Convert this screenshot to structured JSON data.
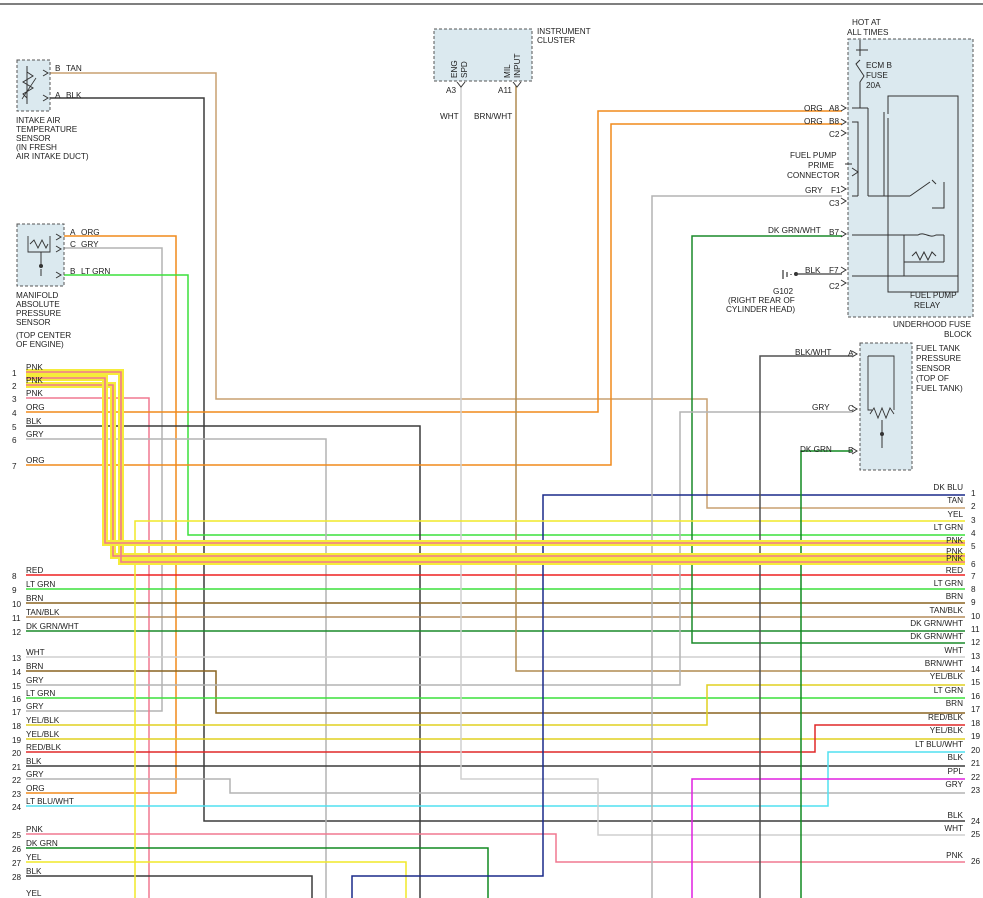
{
  "ecu_left": {
    "rows": [
      {
        "pin": "1",
        "label": "PNK"
      },
      {
        "pin": "2",
        "label": "PNK"
      },
      {
        "pin": "3",
        "label": "PNK"
      },
      {
        "pin": "4",
        "label": "ORG"
      },
      {
        "pin": "5",
        "label": "BLK"
      },
      {
        "pin": "6",
        "label": "GRY"
      },
      {
        "pin": "7",
        "label": "ORG"
      },
      {
        "pin": "8",
        "label": "RED"
      },
      {
        "pin": "9",
        "label": "LT GRN"
      },
      {
        "pin": "10",
        "label": "BRN"
      },
      {
        "pin": "11",
        "label": "TAN/BLK"
      },
      {
        "pin": "12",
        "label": "DK GRN/WHT"
      },
      {
        "pin": "13",
        "label": "WHT"
      },
      {
        "pin": "14",
        "label": "BRN"
      },
      {
        "pin": "15",
        "label": "GRY"
      },
      {
        "pin": "16",
        "label": "LT GRN"
      },
      {
        "pin": "17",
        "label": "GRY"
      },
      {
        "pin": "18",
        "label": "YEL/BLK"
      },
      {
        "pin": "19",
        "label": "YEL/BLK"
      },
      {
        "pin": "20",
        "label": "RED/BLK"
      },
      {
        "pin": "21",
        "label": "BLK"
      },
      {
        "pin": "22",
        "label": "GRY"
      },
      {
        "pin": "23",
        "label": "ORG"
      },
      {
        "pin": "24",
        "label": "LT BLU/WHT"
      },
      {
        "pin": "25",
        "label": "PNK"
      },
      {
        "pin": "26",
        "label": "DK GRN"
      },
      {
        "pin": "27",
        "label": "YEL"
      },
      {
        "pin": "28",
        "label": "BLK"
      },
      {
        "pin": "",
        "label": "YEL"
      }
    ]
  },
  "ecu_right": {
    "rows": [
      {
        "pin": "1",
        "label": "DK BLU"
      },
      {
        "pin": "2",
        "label": "TAN"
      },
      {
        "pin": "3",
        "label": "YEL"
      },
      {
        "pin": "4",
        "label": "LT GRN"
      },
      {
        "pin": "5",
        "label": "PNK"
      },
      {
        "pin": "",
        "label": "PNK"
      },
      {
        "pin": "6",
        "label": "PNK"
      },
      {
        "pin": "7",
        "label": "RED"
      },
      {
        "pin": "8",
        "label": "LT GRN"
      },
      {
        "pin": "9",
        "label": "BRN"
      },
      {
        "pin": "10",
        "label": "TAN/BLK"
      },
      {
        "pin": "11",
        "label": "DK GRN/WHT"
      },
      {
        "pin": "12",
        "label": "DK GRN/WHT"
      },
      {
        "pin": "13",
        "label": "WHT"
      },
      {
        "pin": "14",
        "label": "BRN/WHT"
      },
      {
        "pin": "15",
        "label": "YEL/BLK"
      },
      {
        "pin": "16",
        "label": "LT GRN"
      },
      {
        "pin": "17",
        "label": "BRN"
      },
      {
        "pin": "18",
        "label": "RED/BLK"
      },
      {
        "pin": "19",
        "label": "YEL/BLK"
      },
      {
        "pin": "20",
        "label": "LT BLU/WHT"
      },
      {
        "pin": "21",
        "label": "BLK"
      },
      {
        "pin": "22",
        "label": "PPL"
      },
      {
        "pin": "23",
        "label": "GRY"
      },
      {
        "pin": "24",
        "label": "BLK"
      },
      {
        "pin": "25",
        "label": "WHT"
      },
      {
        "pin": "26",
        "label": "PNK"
      }
    ]
  },
  "components": {
    "iat": {
      "name": [
        "INTAKE AIR",
        "TEMPERATURE",
        "SENSOR",
        "(IN FRESH",
        "AIR INTAKE DUCT)"
      ],
      "pins": [
        {
          "pin": "B",
          "label": "TAN"
        },
        {
          "pin": "A",
          "label": "BLK"
        }
      ]
    },
    "map": {
      "name": [
        "MANIFOLD",
        "ABSOLUTE",
        "PRESSURE",
        "SENSOR",
        "(TOP CENTER",
        "OF ENGINE)"
      ],
      "pins": [
        {
          "pin": "A",
          "label": "ORG"
        },
        {
          "pin": "C",
          "label": "GRY"
        },
        {
          "pin": "B",
          "label": "LT GRN"
        }
      ]
    },
    "cluster": {
      "name": [
        "INSTRUMENT",
        "CLUSTER"
      ],
      "eng_spd": [
        "ENG",
        "SPD"
      ],
      "mil_input": [
        "MIL",
        "INPUT"
      ],
      "pins": [
        {
          "pin": "A3",
          "label": "WHT"
        },
        {
          "pin": "A11",
          "label": "BRN/WHT"
        }
      ]
    },
    "fuse_block": {
      "hot": [
        "HOT AT",
        "ALL TIMES"
      ],
      "fuse": [
        "ECM B",
        "FUSE",
        "20A"
      ],
      "prime": [
        "FUEL PUMP",
        "PRIME",
        "CONNECTOR"
      ],
      "relay": [
        "FUEL PUMP",
        "RELAY"
      ],
      "name": [
        "UNDERHOOD FUSE",
        "BLOCK"
      ],
      "pins": [
        {
          "pin": "A8",
          "label": "ORG"
        },
        {
          "pin": "B8",
          "label": "ORG"
        },
        {
          "pin": "C2",
          "label": ""
        },
        {
          "pin": "F1",
          "label": "GRY"
        },
        {
          "pin": "C3",
          "label": ""
        },
        {
          "pin": "B7",
          "label": "DK GRN/WHT"
        },
        {
          "pin": "F7",
          "label": "BLK"
        },
        {
          "pin": "C2",
          "label": ""
        }
      ],
      "ground": [
        "G102",
        "(RIGHT REAR OF",
        "CYLINDER HEAD)"
      ]
    },
    "ftp": {
      "name": [
        "FUEL TANK",
        "PRESSURE",
        "SENSOR",
        "(TOP OF",
        "FUEL TANK)"
      ],
      "pins": [
        {
          "pin": "A",
          "label": "BLK/WHT"
        },
        {
          "pin": "C",
          "label": "GRY"
        },
        {
          "pin": "B",
          "label": "DK GRN"
        }
      ]
    }
  },
  "colors": {
    "ORG": "#f08a1c",
    "TAN": "#c8a070",
    "BLK": "#3c3c3c",
    "GRY": "#b4b4b4",
    "LT GRN": "#3ce03c",
    "PNK": "#f07890",
    "RED": "#ee2020",
    "BRN": "#8a6420",
    "TAN/BLK": "#b48c5a",
    "DK GRN/WHT": "#1a8a2a",
    "WHT": "#cfcfcf",
    "BRN/WHT": "#b08c50",
    "YEL/BLK": "#e0d020",
    "RED/BLK": "#e02828",
    "LT BLU/WHT": "#50e0f0",
    "DK GRN": "#108a20",
    "YEL": "#f0e828",
    "DK BLU": "#1a2a8a",
    "PPL": "#e020e0",
    "BLK/WHT": "#505050",
    "highlight": "#f5ec3a"
  }
}
